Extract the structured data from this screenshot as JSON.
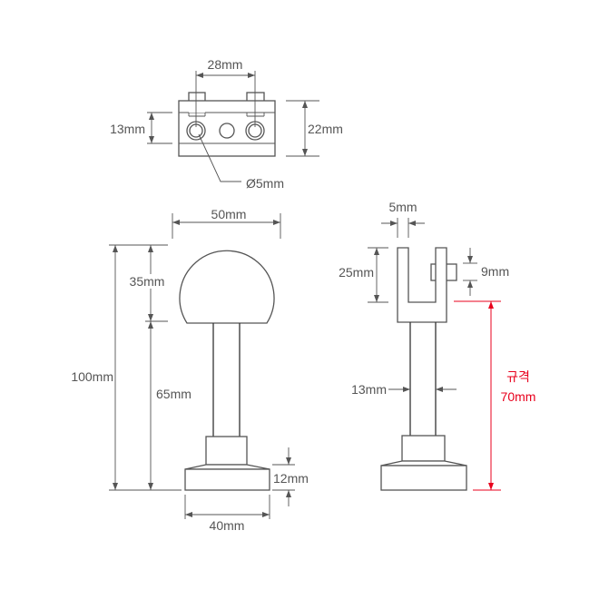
{
  "top_view": {
    "spacing_label": "28mm",
    "inner_height_label": "13mm",
    "total_height_label": "22mm",
    "hole_diameter_label": "Ø5mm"
  },
  "front_view": {
    "width_label": "50mm",
    "total_height_label": "100mm",
    "head_height_label": "35mm",
    "stem_height_label": "65mm",
    "base_height_label": "12mm",
    "base_width_label": "40mm"
  },
  "side_view": {
    "slot_width_label": "5mm",
    "slot_depth_label": "25mm",
    "tab_height_label": "9mm",
    "stem_width_label": "13mm",
    "spec_label": "규격",
    "spec_value_label": "70mm"
  },
  "colors": {
    "line": "#555555",
    "accent": "#e8001c"
  }
}
